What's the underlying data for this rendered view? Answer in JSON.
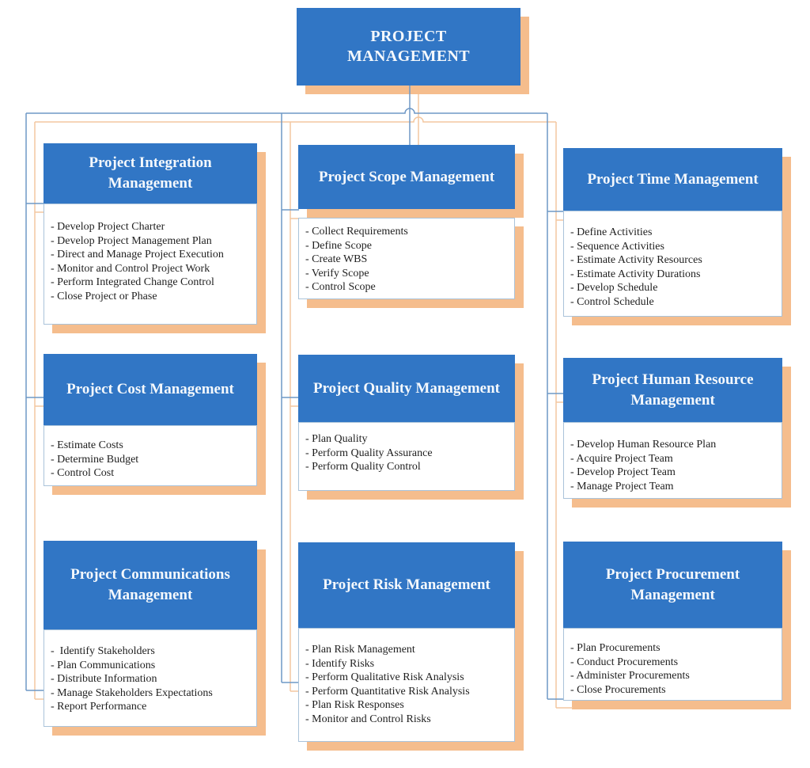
{
  "root": {
    "title": "PROJECT\nMANAGEMENT"
  },
  "boxes": {
    "integration": {
      "title": "Project Integration Management",
      "items": [
        "- Develop Project Charter",
        "- Develop Project Management Plan",
        "- Direct and Manage Project Execution",
        "- Monitor and Control Project Work",
        "- Perform Integrated Change Control",
        "- Close Project or Phase"
      ]
    },
    "scope": {
      "title": "Project Scope Management",
      "items": [
        "- Collect Requirements",
        "- Define Scope",
        "- Create WBS",
        "- Verify Scope",
        "- Control Scope"
      ]
    },
    "time": {
      "title": "Project Time Management",
      "items": [
        "- Define Activities",
        "- Sequence Activities",
        "- Estimate Activity Resources",
        "- Estimate Activity Durations",
        "- Develop Schedule",
        "- Control Schedule"
      ]
    },
    "cost": {
      "title": "Project Cost Management",
      "items": [
        "- Estimate Costs",
        "- Determine Budget",
        "- Control Cost"
      ]
    },
    "quality": {
      "title": "Project Quality Management",
      "items": [
        "- Plan Quality",
        "- Perform Quality Assurance",
        "- Perform Quality Control"
      ]
    },
    "hr": {
      "title": "Project Human Resource Management",
      "items": [
        "- Develop Human Resource Plan",
        "- Acquire Project Team",
        "- Develop Project Team",
        "- Manage Project Team"
      ]
    },
    "communications": {
      "title": "Project Communications Management",
      "items": [
        "-  Identify Stakeholders",
        "- Plan Communications",
        "- Distribute Information",
        "- Manage Stakeholders Expectations",
        "- Report Performance"
      ]
    },
    "risk": {
      "title": "Project Risk Management",
      "items": [
        "- Plan Risk Management",
        "- Identify Risks",
        "- Perform Qualitative Risk Analysis",
        "- Perform Quantitative Risk Analysis",
        "- Plan Risk Responses",
        "- Monitor and Control Risks"
      ]
    },
    "procurement": {
      "title": "Project Procurement Management",
      "items": [
        "- Plan Procurements",
        "- Conduct Procurements",
        "- Administer Procurements",
        "- Close Procurements"
      ]
    }
  },
  "colors": {
    "box_blue": "#3176c5",
    "shadow_orange": "#f5bd8d",
    "line_blue": "#6f98c6",
    "line_orange": "#f3c7a0",
    "body_border": "#aac3da",
    "title_text": "#f4f8fc",
    "item_text": "#1f1f1f"
  }
}
